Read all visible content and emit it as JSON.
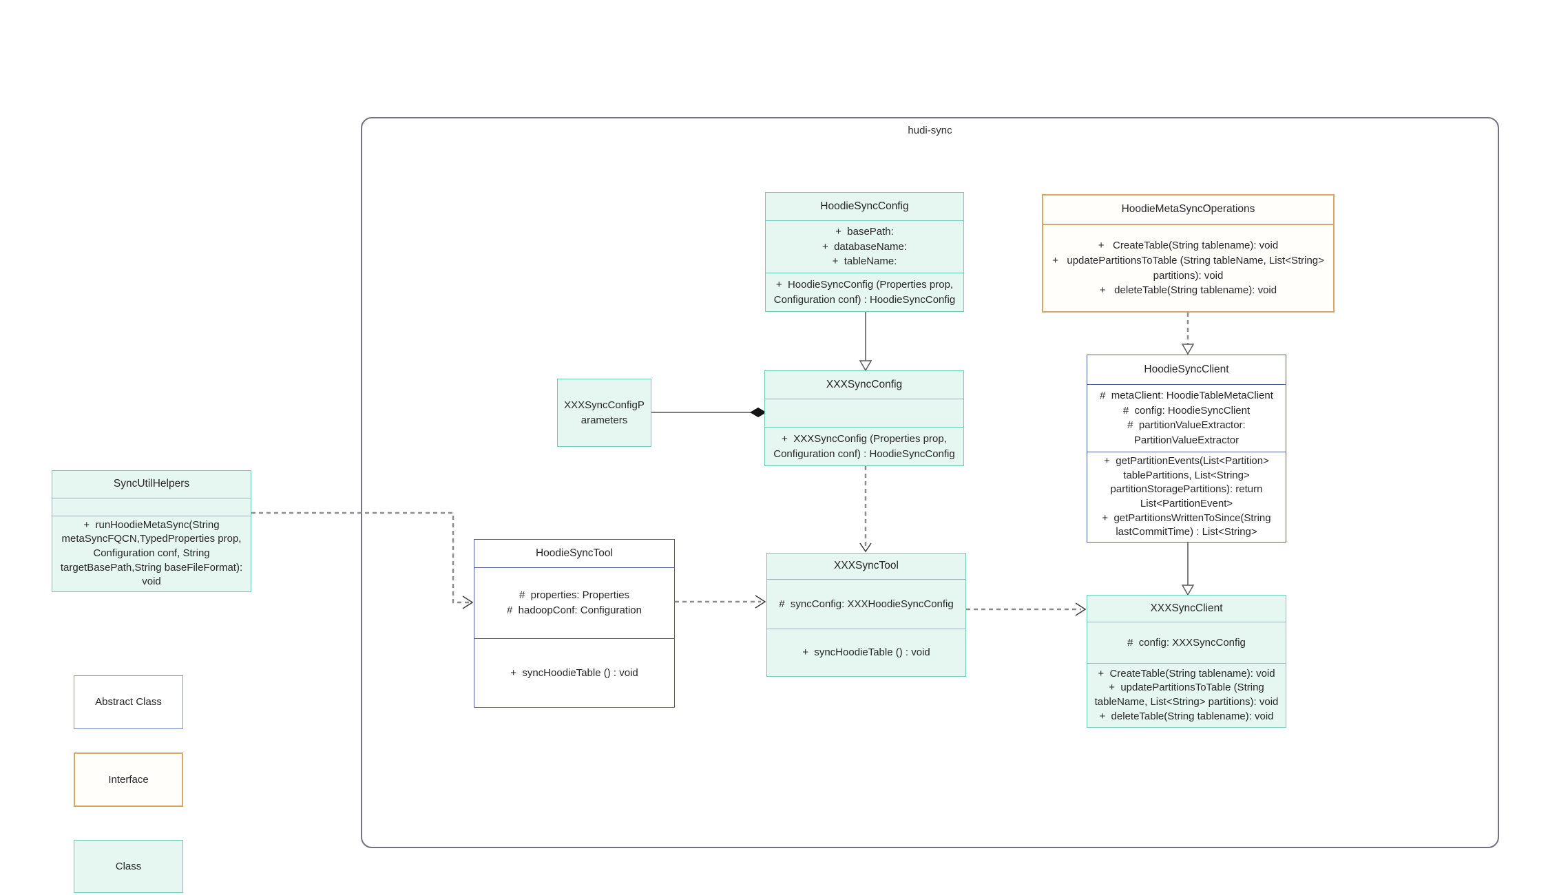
{
  "diagram": {
    "container_label": "hudi-sync",
    "classes": [
      {
        "name": "HoodieSyncConfig",
        "kind": "class",
        "attributes": [
          "+  basePath:",
          "+  databaseName:",
          "+  tableName:"
        ],
        "methods": [
          "+  HoodieSyncConfig (Properties prop, Configuration conf) : HoodieSyncConfig"
        ]
      },
      {
        "name": "HoodieMetaSyncOperations",
        "kind": "interface",
        "attributes": [],
        "methods": [
          "+   CreateTable(String tablename): void",
          "+   updatePartitionsToTable (String tableName, List<String> partitions): void",
          "+   deleteTable(String tablename): void"
        ]
      },
      {
        "name": "XXXSyncConfigParameters",
        "kind": "class",
        "attributes": [],
        "methods": []
      },
      {
        "name": "XXXSyncConfig",
        "kind": "class",
        "attributes": [],
        "methods": [
          "+  XXXSyncConfig (Properties prop, Configuration conf) : HoodieSyncConfig"
        ]
      },
      {
        "name": "HoodieSyncClient",
        "kind": "abstract",
        "attributes": [
          "#  metaClient: HoodieTableMetaClient",
          "#  config: HoodieSyncClient",
          "#  partitionValueExtractor: PartitionValueExtractor"
        ],
        "methods": [
          "+  getPartitionEvents(List<Partition> tablePartitions, List<String> partitionStoragePartitions): return List<PartitionEvent>",
          "+  getPartitionsWrittenToSince(String lastCommitTime) : List<String>"
        ]
      },
      {
        "name": "SyncUtilHelpers",
        "kind": "class",
        "attributes": [],
        "methods": [
          "+  runHoodieMetaSync(String metaSyncFQCN,TypedProperties prop, Configuration conf, String targetBasePath,String baseFileFormat): void"
        ]
      },
      {
        "name": "HoodieSyncTool",
        "kind": "abstract",
        "attributes": [
          "#  properties: Properties",
          "#  hadoopConf: Configuration"
        ],
        "methods": [
          "+  syncHoodieTable () : void"
        ]
      },
      {
        "name": "XXXSyncTool",
        "kind": "class",
        "attributes": [
          "#  syncConfig: XXXHoodieSyncConfig"
        ],
        "methods": [
          "+  syncHoodieTable () : void"
        ]
      },
      {
        "name": "XXXSyncClient",
        "kind": "class",
        "attributes": [
          "#  config: XXXSyncConfig"
        ],
        "methods": [
          "+  CreateTable(String tablename): void",
          "+  updatePartitionsToTable (String tableName, List<String> partitions): void",
          "+  deleteTable(String tablename): void"
        ]
      }
    ],
    "relationships": [
      {
        "from": "HoodieSyncConfig",
        "to": "XXXSyncConfig",
        "type": "generalization",
        "line": "solid"
      },
      {
        "from": "HoodieMetaSyncOperations",
        "to": "HoodieSyncClient",
        "type": "realization",
        "line": "dashed"
      },
      {
        "from": "XXXSyncConfigParameters",
        "to": "XXXSyncConfig",
        "type": "composition",
        "line": "solid"
      },
      {
        "from": "XXXSyncConfig",
        "to": "XXXSyncTool",
        "type": "dependency",
        "line": "dashed"
      },
      {
        "from": "HoodieSyncClient",
        "to": "XXXSyncClient",
        "type": "generalization",
        "line": "solid"
      },
      {
        "from": "SyncUtilHelpers",
        "to": "HoodieSyncTool",
        "type": "dependency",
        "line": "dashed"
      },
      {
        "from": "HoodieSyncTool",
        "to": "XXXSyncTool",
        "type": "dependency",
        "line": "dashed"
      },
      {
        "from": "XXXSyncTool",
        "to": "XXXSyncClient",
        "type": "dependency",
        "line": "dashed"
      }
    ],
    "legend": [
      {
        "label": "Abstract Class"
      },
      {
        "label": "Interface"
      },
      {
        "label": "Class"
      }
    ],
    "colors": {
      "class_fill": "#e6f7f2",
      "class_border": "#6bcbbc",
      "interface_border": "#d9a763",
      "abstract_border": "#4d5f95",
      "legend_abstract_border": "#8394cd",
      "container_border": "#70737f",
      "connector_gray": "#8c8c8c"
    }
  }
}
